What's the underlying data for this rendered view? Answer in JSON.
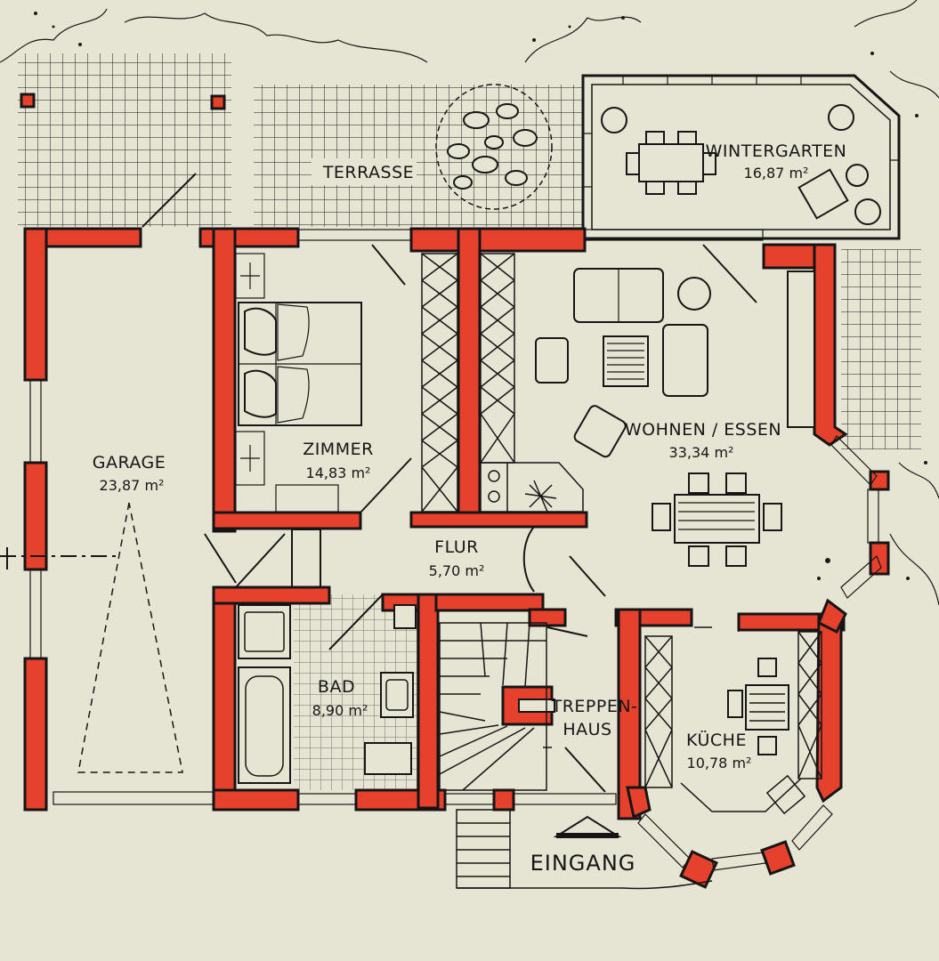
{
  "rooms": {
    "terrasse": {
      "name": "TERRASSE"
    },
    "wintergarten": {
      "name": "WINTERGARTEN",
      "area": "16,87 m²"
    },
    "garage": {
      "name": "GARAGE",
      "area": "23,87 m²"
    },
    "zimmer": {
      "name": "ZIMMER",
      "area": "14,83 m²"
    },
    "wohnen": {
      "name": "WOHNEN / ESSEN",
      "area": "33,34 m²"
    },
    "flur": {
      "name": "FLUR",
      "area": "5,70 m²"
    },
    "bad": {
      "name": "BAD",
      "area": "8,90 m²"
    },
    "treppenhaus": {
      "name_line1": "TREPPEN-",
      "name_line2": "HAUS"
    },
    "kueche": {
      "name": "KÜCHE",
      "area": "10,78 m²"
    }
  },
  "entrance": {
    "label": "EINGANG"
  },
  "colors": {
    "paper": "#e6e4d2",
    "wall": "#e5412c",
    "ink": "#161616"
  }
}
